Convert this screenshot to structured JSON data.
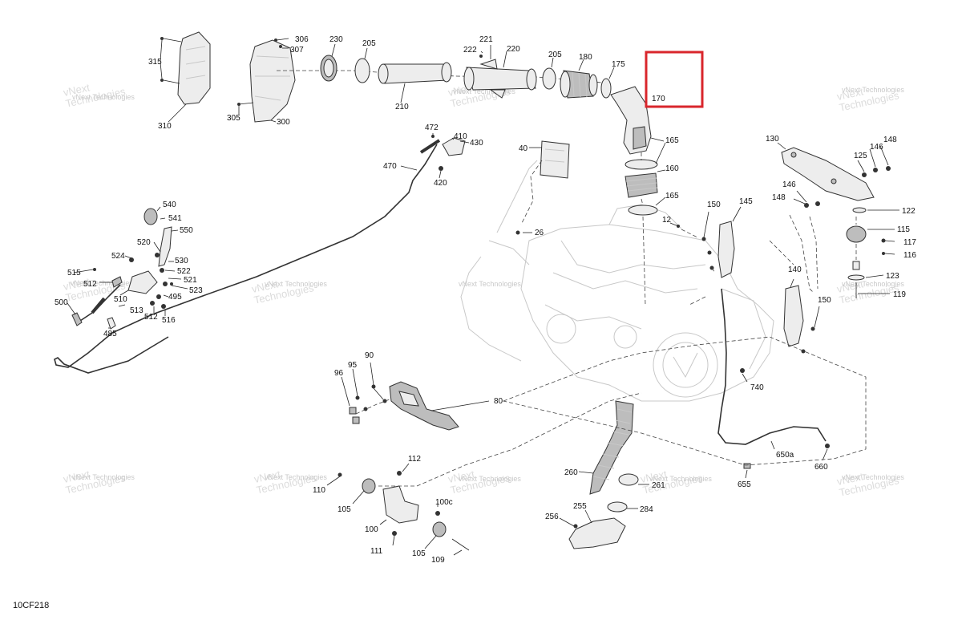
{
  "diagram": {
    "reference_code": "10CF218",
    "watermark_line1": "vNext",
    "watermark_line2": "Technologies",
    "watermark_full": "vNext Technologies",
    "highlight_color": "#d9262c",
    "labels": {
      "l315": "315",
      "l310": "310",
      "l306": "306",
      "l307": "307",
      "l305": "305",
      "l300": "300",
      "l230": "230",
      "l205a": "205",
      "l210": "210",
      "l221": "221",
      "l222": "222",
      "l220": "220",
      "l205b": "205",
      "l180": "180",
      "l175": "175",
      "l170": "170",
      "l165a": "165",
      "l160": "160",
      "l165b": "165",
      "l472": "472",
      "l410": "410",
      "l430": "430",
      "l470": "470",
      "l420": "420",
      "l40": "40",
      "l26": "26",
      "l12": "12",
      "l150a": "150",
      "l145": "145",
      "l130": "130",
      "l148a": "148",
      "l146a": "146",
      "l125": "125",
      "l146b": "146",
      "l148b": "148",
      "l122": "122",
      "l115": "115",
      "l117": "117",
      "l116": "116",
      "l123": "123",
      "l119": "119",
      "l140": "140",
      "l150b": "150",
      "l540": "540",
      "l541": "541",
      "l550": "550",
      "l520": "520",
      "l524": "524",
      "l530": "530",
      "l522": "522",
      "l515": "515",
      "l512a": "512",
      "l521": "521",
      "l523": "523",
      "l510": "510",
      "l495": "495",
      "l500": "500",
      "l513": "513",
      "l512b": "512",
      "l516": "516",
      "l485": "485",
      "l90": "90",
      "l95": "95",
      "l96": "96",
      "l80": "80",
      "l112": "112",
      "l110": "110",
      "l105a": "105",
      "l100c": "100c",
      "l100": "100",
      "l111": "111",
      "l105b": "105",
      "l109": "109",
      "l260": "260",
      "l261": "261",
      "l284": "284",
      "l255": "255",
      "l256": "256",
      "l740": "740",
      "l650a": "650a",
      "l660": "660",
      "l655": "655"
    }
  }
}
